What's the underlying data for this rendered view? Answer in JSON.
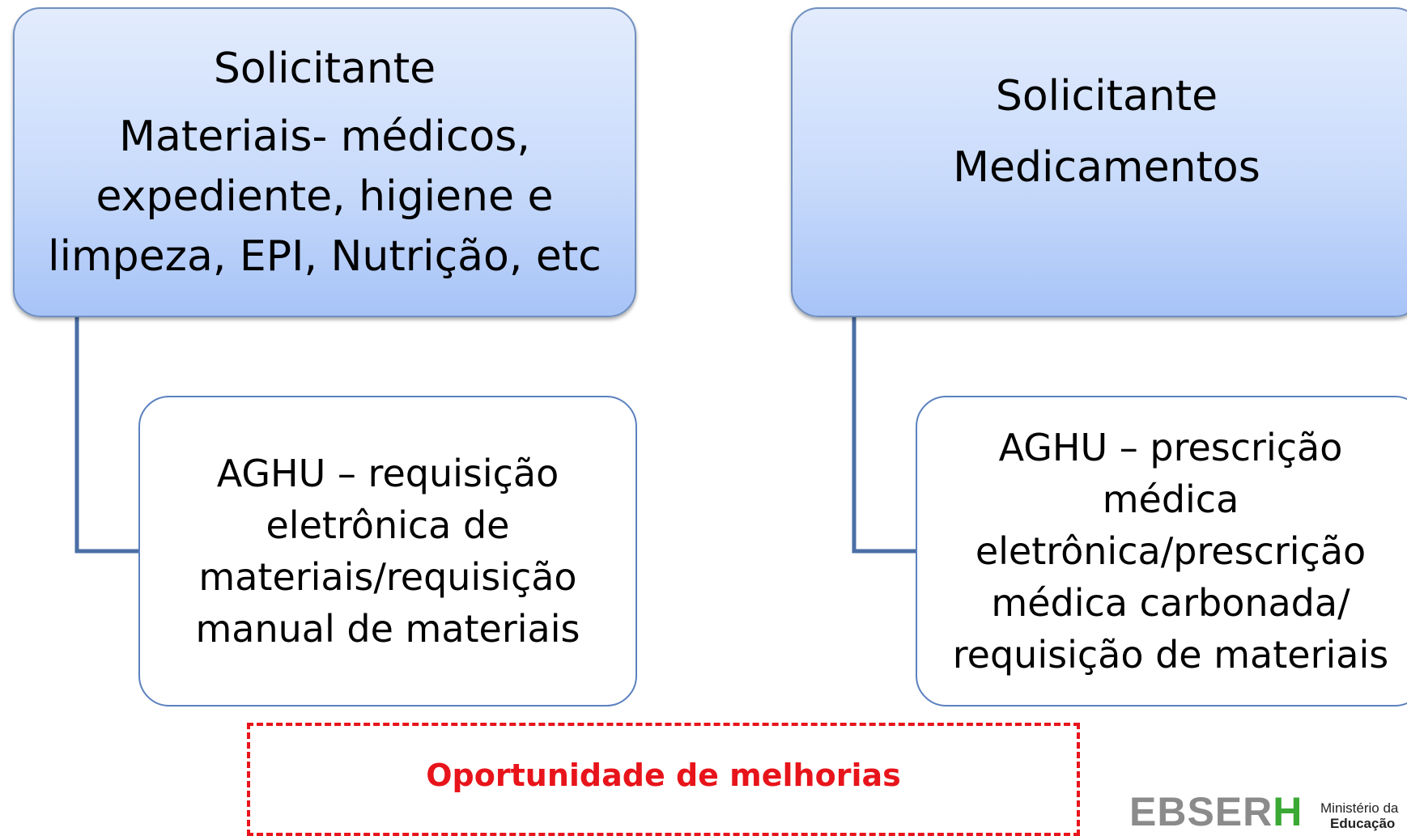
{
  "left_branch": {
    "parent": {
      "title": "Solicitante",
      "category_text": "Materiais- médicos,\nexpediente, higiene e\nlimpeza, EPI, Nutrição, etc"
    },
    "child_text": "AGHU – requisição\neletrônica de\nmateriais/requisição\nmanual de materiais"
  },
  "right_branch": {
    "parent": {
      "title": "Solicitante",
      "category_text": "Medicamentos"
    },
    "child_text": "AGHU – prescrição\nmédica\neletrônica/prescrição\nmédica carbonada/\nrequisição de materiais"
  },
  "opportunity_label": "Oportunidade de melhorias",
  "footer": {
    "logo_main": "EBSER",
    "logo_accent": "H",
    "ministry_line1": "Ministério da",
    "ministry_line2": "Educação"
  },
  "colors": {
    "box_gradient_top": "#e3ecfd",
    "box_gradient_bottom": "#a7c3f7",
    "connector": "#4a6fa5",
    "opportunity_red": "#e8141b",
    "logo_gray": "#8b8b8b",
    "logo_green": "#3aa935"
  }
}
